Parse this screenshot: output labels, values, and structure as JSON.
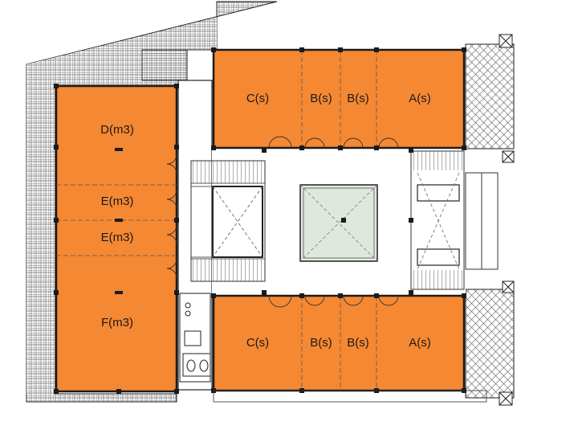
{
  "rooms": {
    "top_c": "C(s)",
    "top_b1": "B(s)",
    "top_b2": "B(s)",
    "top_a": "A(s)",
    "left_d": "D(m3)",
    "left_e1": "E(m3)",
    "left_e2": "E(m3)",
    "left_f": "F(m3)",
    "bottom_c": "C(s)",
    "bottom_b1": "B(s)",
    "bottom_b2": "B(s)",
    "bottom_a": "A(s)"
  },
  "colors": {
    "unit_fill": "#F58833",
    "paving": "#d6d6d6",
    "wall": "#1b1b1b",
    "atrium_fill": "#dfe8dc",
    "background": "#ffffff"
  }
}
